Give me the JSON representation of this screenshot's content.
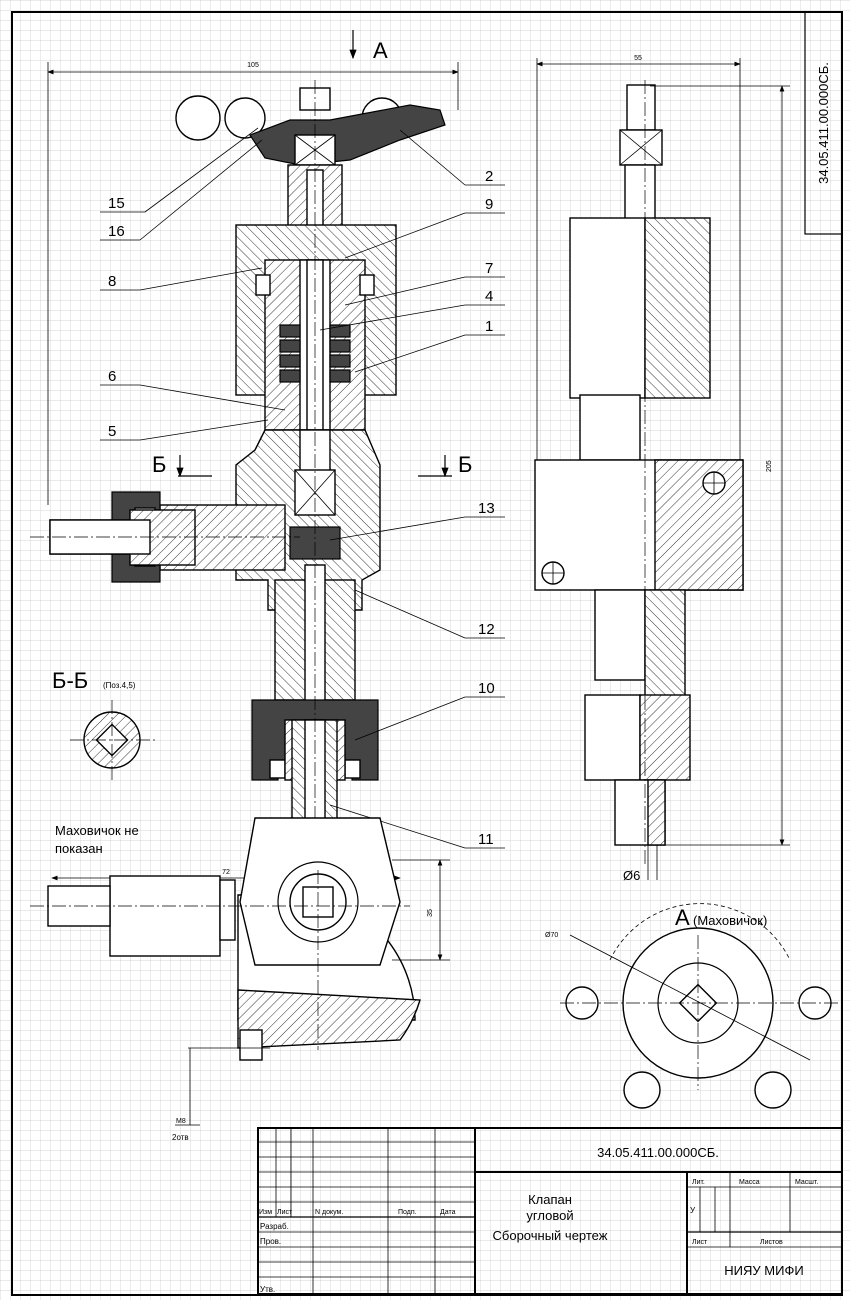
{
  "drawing": {
    "view_a_label": "А",
    "view_b_label_left": "Б",
    "view_b_label_right": "Б",
    "section_bb_title": "Б-Б",
    "section_bb_note": "(Поз.4,5)",
    "handwheel_note_line1": "Маховичок не",
    "handwheel_note_line2": "показан",
    "view_a_title": "А",
    "view_a_note": "(Маховичок)",
    "dimensions": {
      "top_width": "105",
      "side_top_width": "55",
      "side_height": "205",
      "side_bottom_dia": "Ø6",
      "plan_width": "72",
      "plan_height": "35",
      "plan_thread_line1": "M8",
      "plan_thread_line2": "2отв",
      "view_a_dia": "Ø70"
    },
    "callouts": {
      "c15": "15",
      "c16": "16",
      "c8": "8",
      "c6": "6",
      "c5": "5",
      "c2": "2",
      "c9": "9",
      "c7": "7",
      "c4": "4",
      "c1": "1",
      "c13": "13",
      "c12": "12",
      "c10": "10",
      "c11": "11"
    },
    "rotated_code": "34.05.411.00.000СБ."
  },
  "title_block": {
    "code": "34.05.411.00.000СБ.",
    "product_line1": "Клапан",
    "product_line2": "угловой",
    "doc_type": "Сборочный чертеж",
    "col_izm": "Изм",
    "col_list": "Лист",
    "col_doc": "N докум.",
    "col_sign": "Подп.",
    "col_date": "Дата",
    "row_razrab": "Разраб.",
    "row_prov": "Пров.",
    "row_utv": "Утв.",
    "lit": "Лит.",
    "mass": "Масса",
    "scale": "Масшт.",
    "lit_value": "У",
    "sheet": "Лист",
    "sheets": "Листов",
    "org": "НИЯУ МИФИ"
  }
}
